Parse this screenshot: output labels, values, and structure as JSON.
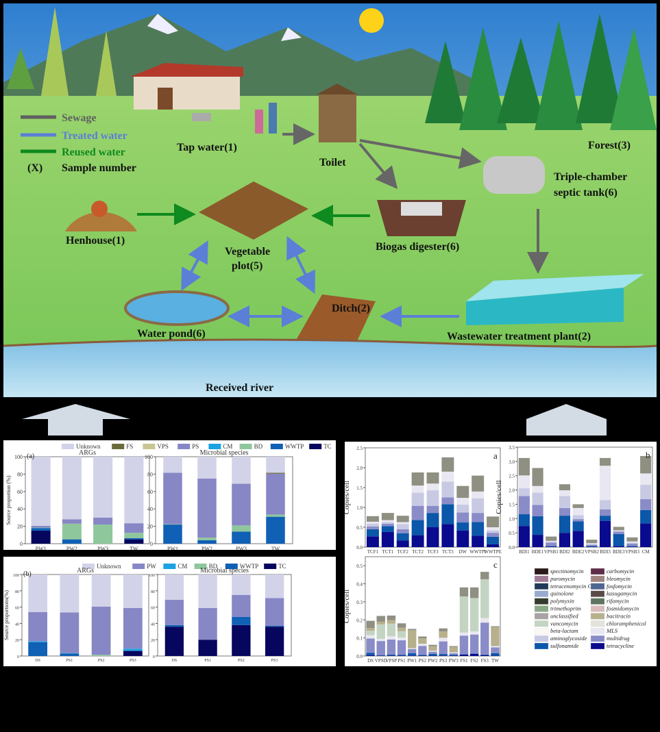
{
  "illustration": {
    "legend": {
      "sewage": "Sewage",
      "treated": "Treated water",
      "reused": "Reused water",
      "x_mark": "(X)",
      "sample": "Sample number"
    },
    "colors": {
      "sewage": "#5f5f5f",
      "treated": "#5b7fd6",
      "reused": "#0e8a1e"
    },
    "sites": {
      "tap": "Tap water(1)",
      "toilet": "Toilet",
      "forest": "Forest(3)",
      "septic1": "Triple-chamber",
      "septic2": "septic tank(6)",
      "henhouse": "Henhouse(1)",
      "veg1": "Vegetable",
      "veg2": "plot(5)",
      "biogas": "Biogas digester(6)",
      "ditch": "Ditch(2)",
      "pond": "Water pond(6)",
      "wwtp": "Wastewater treatment plant(2)",
      "river": "Received river"
    }
  },
  "source_colors": {
    "Unknown": "#d2d2e8",
    "FS": "#6b6b3a",
    "VPS": "#c8c690",
    "PS": "#8787c6",
    "PW": "#8787c6",
    "CM": "#1aa3e2",
    "BD": "#8fc79c",
    "WWTP": "#1060b5",
    "TC": "#06065e"
  },
  "arg_colors": {
    "tetracycline": "#0a0a8e",
    "sulfonamide": "#0b57aa",
    "multidrug": "#8a8cc8",
    "aminoglycoside": "#c8cae4",
    "MLS": "#e9e7f1",
    "beta-lactam": "#fbf8f4",
    "chloramphenicol": "#e3e2dc",
    "vancomycin": "#c3d4c3",
    "bacitracin": "#b7b08c",
    "other": "#8f8f82"
  },
  "chart_data": [
    {
      "id": "a-args",
      "type": "bar",
      "stacked": true,
      "panel_label": "(a)",
      "title": "ARGs",
      "ylabel": "Source proportion (%)",
      "ylim": [
        0,
        100
      ],
      "yticks": [
        0,
        20,
        40,
        60,
        80,
        100
      ],
      "legend": [
        "Unknown",
        "FS",
        "VPS",
        "PS",
        "CM",
        "BD",
        "WWTP",
        "TC"
      ],
      "categories": [
        "PW1",
        "PW2",
        "PW3",
        "TW"
      ],
      "series": [
        {
          "name": "TC",
          "values": [
            15,
            0,
            0,
            5
          ]
        },
        {
          "name": "WWTP",
          "values": [
            3,
            5,
            0,
            1.5
          ]
        },
        {
          "name": "BD",
          "values": [
            0.5,
            18,
            22,
            6
          ]
        },
        {
          "name": "CM",
          "values": [
            0,
            0,
            0,
            0
          ]
        },
        {
          "name": "PS",
          "values": [
            2,
            5,
            8,
            11
          ]
        },
        {
          "name": "VPS",
          "values": [
            0,
            0,
            0,
            0
          ]
        },
        {
          "name": "FS",
          "values": [
            0,
            0,
            0,
            0
          ]
        },
        {
          "name": "Unknown",
          "values": [
            79.5,
            72,
            70,
            76.5
          ]
        }
      ]
    },
    {
      "id": "a-microbe",
      "type": "bar",
      "stacked": true,
      "title": "Microbial species",
      "ylim": [
        0,
        100
      ],
      "yticks": [
        0,
        20,
        40,
        60,
        80,
        100
      ],
      "categories": [
        "PW1",
        "PW2",
        "PW3",
        "TW"
      ],
      "series": [
        {
          "name": "TC",
          "values": [
            0,
            0,
            0,
            0
          ]
        },
        {
          "name": "WWTP",
          "values": [
            22,
            4,
            14,
            31
          ]
        },
        {
          "name": "BD",
          "values": [
            0.5,
            3,
            7,
            2.5
          ]
        },
        {
          "name": "PS",
          "values": [
            59,
            68,
            48,
            47
          ]
        },
        {
          "name": "FS",
          "values": [
            0,
            0,
            0,
            1
          ]
        },
        {
          "name": "Unknown",
          "values": [
            18.5,
            25,
            31,
            18.5
          ]
        }
      ]
    },
    {
      "id": "b-args",
      "type": "bar",
      "stacked": true,
      "panel_label": "(b)",
      "title": "ARGs",
      "ylabel": "Source proportions(%)",
      "ylim": [
        0,
        100
      ],
      "yticks": [
        0,
        20,
        40,
        60,
        80,
        100
      ],
      "legend": [
        "Unknown",
        "PW",
        "CM",
        "BD",
        "WWTP",
        "TC"
      ],
      "categories": [
        "DS",
        "PS1",
        "PS2",
        "PS3"
      ],
      "series": [
        {
          "name": "TC",
          "values": [
            0,
            0,
            0,
            6
          ]
        },
        {
          "name": "WWTP",
          "values": [
            17,
            3,
            0,
            1
          ]
        },
        {
          "name": "BD",
          "values": [
            0,
            0,
            1.5,
            0
          ]
        },
        {
          "name": "CM",
          "values": [
            1,
            0.5,
            0,
            2
          ]
        },
        {
          "name": "PW",
          "values": [
            36,
            50,
            59,
            50
          ]
        },
        {
          "name": "Unknown",
          "values": [
            46,
            46.5,
            39.5,
            41
          ]
        }
      ]
    },
    {
      "id": "b-microbe",
      "type": "bar",
      "stacked": true,
      "title": "Microbial species",
      "ylim": [
        0,
        100
      ],
      "yticks": [
        0,
        20,
        40,
        60,
        80,
        100
      ],
      "categories": [
        "DS",
        "PS1",
        "PS2",
        "PS3"
      ],
      "series": [
        {
          "name": "TC",
          "values": [
            36,
            20,
            38,
            36
          ]
        },
        {
          "name": "WWTP",
          "values": [
            2,
            0,
            10,
            1
          ]
        },
        {
          "name": "PW",
          "values": [
            31,
            39,
            27,
            34
          ]
        },
        {
          "name": "Unknown",
          "values": [
            31,
            41,
            25,
            29
          ]
        }
      ]
    },
    {
      "id": "r-a",
      "type": "bar",
      "stacked": true,
      "corner": "a",
      "ylabel": "Copies/cell",
      "ylim": [
        0,
        2.5
      ],
      "yticks": [
        0.0,
        0.5,
        1.0,
        1.5,
        2.0,
        2.5
      ],
      "categories": [
        "TCF1",
        "TCT1",
        "TCF2",
        "TCT2",
        "TCF3",
        "TCT3",
        "DW",
        "WWTPI",
        "WWTPE"
      ],
      "series": [
        {
          "name": "tetracycline",
          "values": [
            0.27,
            0.38,
            0.17,
            0.3,
            0.5,
            0.58,
            0.42,
            0.29,
            0.07
          ]
        },
        {
          "name": "sulfonamide",
          "values": [
            0.18,
            0.15,
            0.18,
            0.38,
            0.36,
            0.5,
            0.2,
            0.34,
            0.19
          ]
        },
        {
          "name": "multidrug",
          "values": [
            0.07,
            0.06,
            0.1,
            0.36,
            0.18,
            0.17,
            0.25,
            0.23,
            0.1
          ]
        },
        {
          "name": "aminoglycoside",
          "values": [
            0.07,
            0.04,
            0.13,
            0.33,
            0.39,
            0.4,
            0.2,
            0.37,
            0.06
          ]
        },
        {
          "name": "MLS",
          "values": [
            0.05,
            0.05,
            0.05,
            0.18,
            0.17,
            0.25,
            0.17,
            0.17,
            0.08
          ]
        },
        {
          "name": "other",
          "values": [
            0.14,
            0.18,
            0.16,
            0.33,
            0.28,
            0.36,
            0.3,
            0.4,
            0.27
          ]
        }
      ]
    },
    {
      "id": "r-b",
      "type": "bar",
      "stacked": true,
      "corner": "b",
      "ylabel": "Copies/cell",
      "ylim": [
        0,
        3.5
      ],
      "yticks": [
        0.0,
        0.5,
        1.0,
        1.5,
        2.0,
        2.5,
        3.0,
        3.5
      ],
      "categories": [
        "BDI1",
        "BDE1",
        "VPSB1",
        "BDI2",
        "BDE2",
        "VPSB2",
        "BDI3",
        "BDE3",
        "VPSB3",
        "CM"
      ],
      "series": [
        {
          "name": "tetracycline",
          "values": [
            0.74,
            0.43,
            0.02,
            0.5,
            0.57,
            0.02,
            0.92,
            0.04,
            0.02,
            0.83
          ]
        },
        {
          "name": "sulfonamide",
          "values": [
            0.41,
            0.65,
            0.02,
            0.6,
            0.33,
            0.02,
            0.18,
            0.42,
            0.02,
            0.47
          ]
        },
        {
          "name": "multidrug",
          "values": [
            0.64,
            0.4,
            0.12,
            0.27,
            0.08,
            0.04,
            0.22,
            0.08,
            0.08,
            0.38
          ]
        },
        {
          "name": "aminoglycoside",
          "values": [
            0.27,
            0.43,
            0.03,
            0.42,
            0.14,
            0.03,
            0.33,
            0.03,
            0.04,
            0.5
          ]
        },
        {
          "name": "MLS",
          "values": [
            0.45,
            0.23,
            0.03,
            0.2,
            0.25,
            0.03,
            1.2,
            0.02,
            0.04,
            0.4
          ]
        },
        {
          "name": "other",
          "values": [
            0.61,
            0.63,
            0.15,
            0.21,
            0.13,
            0.12,
            0.27,
            0.12,
            0.14,
            0.61
          ]
        }
      ]
    },
    {
      "id": "r-c",
      "type": "bar",
      "stacked": true,
      "corner": "c",
      "ylabel": "Copies/cell",
      "ylim": [
        0,
        0.55
      ],
      "yticks": [
        0.0,
        0.1,
        0.2,
        0.3,
        0.4,
        0.5
      ],
      "categories": [
        "DS",
        "VPSD",
        "VPSP",
        "PS1",
        "PW1",
        "PS2",
        "PW2",
        "PS3",
        "PW3",
        "FS1",
        "FS2",
        "FS3",
        "TW"
      ],
      "series": [
        {
          "name": "tetracycline",
          "values": [
            0.005,
            0.003,
            0.003,
            0.002,
            0.003,
            0.002,
            0.002,
            0.003,
            0.002,
            0.008,
            0.012,
            0.005,
            0.003
          ]
        },
        {
          "name": "sulfonamide",
          "values": [
            0.012,
            0.002,
            0.005,
            0.005,
            0.012,
            0.004,
            0.01,
            0.008,
            0.005,
            0.002,
            0.002,
            0.003,
            0.013
          ]
        },
        {
          "name": "multidrug",
          "values": [
            0.08,
            0.078,
            0.083,
            0.08,
            0.023,
            0.05,
            0.012,
            0.07,
            0.008,
            0.103,
            0.105,
            0.177,
            0.032
          ]
        },
        {
          "name": "MLS",
          "values": [
            0.018,
            0.012,
            0.018,
            0.015,
            0.005,
            0.012,
            0.005,
            0.02,
            0.005,
            0.017,
            0.017,
            0.025,
            0.007
          ]
        },
        {
          "name": "vancomycin",
          "values": [
            0.025,
            0.08,
            0.07,
            0.035,
            0,
            0,
            0,
            0,
            0,
            0.2,
            0.185,
            0.215,
            0
          ]
        },
        {
          "name": "bacitracin",
          "values": [
            0.015,
            0.015,
            0.02,
            0.02,
            0.1,
            0.03,
            0.025,
            0.035,
            0.03,
            0,
            0,
            0,
            0.105
          ]
        },
        {
          "name": "other",
          "values": [
            0.04,
            0.032,
            0.025,
            0.024,
            0.007,
            0.01,
            0.008,
            0.017,
            0.005,
            0.05,
            0.059,
            0.041,
            0.005
          ]
        }
      ]
    }
  ],
  "arg_legend": [
    {
      "name": "spectinomycin",
      "color": "#2a1a1a"
    },
    {
      "name": "carbomycin",
      "color": "#5e2e4a"
    },
    {
      "name": "puromycin",
      "color": "#a07a96"
    },
    {
      "name": "bleomycin",
      "color": "#a08580"
    },
    {
      "name": "tetracenomycin C",
      "color": "#213a5a"
    },
    {
      "name": "fosfomycin",
      "color": "#4f6690"
    },
    {
      "name": "quinolone",
      "color": "#98aad0"
    },
    {
      "name": "kasugamycin",
      "color": "#5a4a48"
    },
    {
      "name": "polymyxin",
      "color": "#343c30"
    },
    {
      "name": "rifamycin",
      "color": "#5f7560"
    },
    {
      "name": "trimethoprim",
      "color": "#8aa886"
    },
    {
      "name": "fosmidomycin",
      "color": "#d9bcbc"
    },
    {
      "name": "unclassified",
      "color": "#a8a2a2"
    },
    {
      "name": "bacitracin",
      "color": "#b7b08c"
    },
    {
      "name": "vancomycin",
      "color": "#c3d4c3"
    },
    {
      "name": "chloramphenicol",
      "color": "#e3e2dc"
    },
    {
      "name": "beta-lactam",
      "color": "#fbf8f4"
    },
    {
      "name": "MLS",
      "color": "#e9e7f1"
    },
    {
      "name": "aminoglycoside",
      "color": "#c8cae4"
    },
    {
      "name": "multidrug",
      "color": "#8a8cc8"
    },
    {
      "name": "sulfonamide",
      "color": "#0b57aa"
    },
    {
      "name": "tetracycline",
      "color": "#0a0a8e"
    }
  ]
}
